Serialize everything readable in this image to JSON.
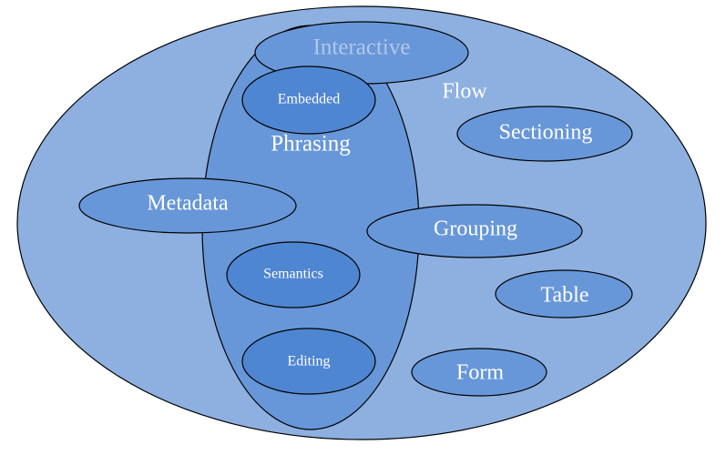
{
  "colors": {
    "outer_fill": "#8db0e0",
    "shape_fill": "#6797d8",
    "inner_fill": "#4f86d2",
    "stroke": "#000000",
    "label": "#ffffff",
    "interactive_label": "#b3c7ea"
  },
  "labels": {
    "flow": "Flow",
    "interactive": "Interactive",
    "embedded": "Embedded",
    "phrasing": "Phrasing",
    "sectioning": "Sectioning",
    "metadata": "Metadata",
    "grouping": "Grouping",
    "semantics": "Semantics",
    "table": "Table",
    "editing": "Editing",
    "form": "Form"
  }
}
